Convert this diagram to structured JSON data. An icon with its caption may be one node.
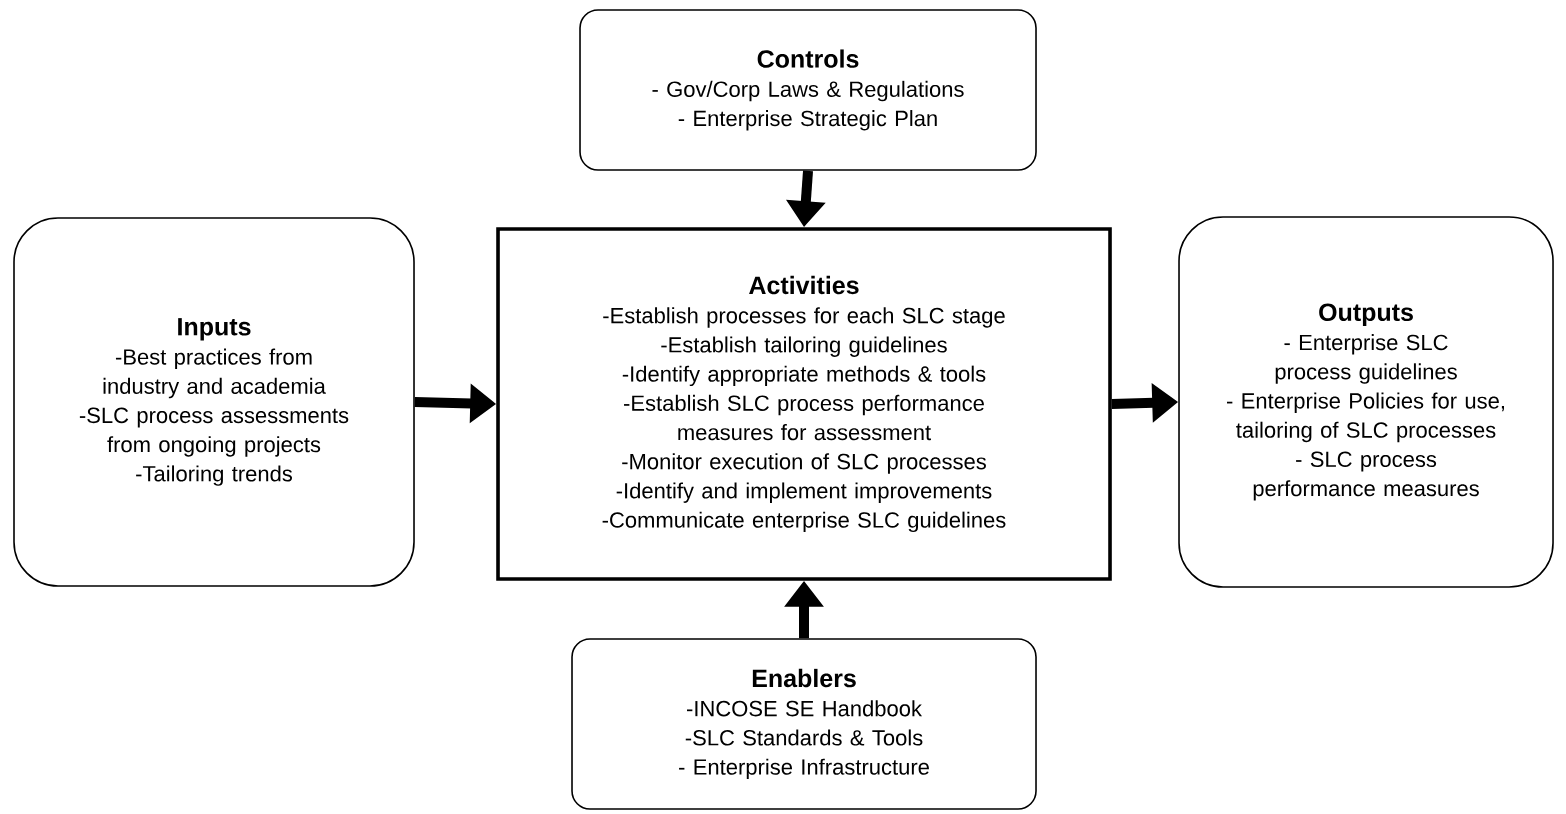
{
  "diagram": {
    "nodes": [
      {
        "text": [
          "Controls",
          "- Gov/Corp Laws & Regulations",
          "- Enterprise Strategic Plan"
        ]
      },
      {
        "text": [
          "Inputs",
          "-Best practices from industry and academia",
          "-SLC process assessments from ongoing projects",
          "-Tailoring trends"
        ]
      },
      {
        "text": [
          "Activities",
          "-Establish processes for each SLC stage",
          "-Establish tailoring guidelines",
          "-Identify appropriate methods & tools",
          "-Establish SLC process performance measures for assessment",
          "-Monitor execution of SLC processes",
          "-Identify and implement improvements",
          "-Communicate enterprise SLC guidelines"
        ]
      },
      {
        "text": [
          "Outputs",
          "- Enterprise SLC process guidelines",
          "- Enterprise Policies for use, tailoring of SLC processes",
          "- SLC process performance measures"
        ]
      },
      {
        "text": [
          "Enablers",
          "-INCOSE SE Handbook",
          "-SLC Standards & Tools",
          "- Enterprise Infrastructure"
        ]
      }
    ],
    "edges": [
      {
        "from": 0,
        "to": 2,
        "arrow": "to"
      },
      {
        "from": 1,
        "to": 2,
        "arrow": "to"
      },
      {
        "from": 2,
        "to": 3,
        "arrow": "to"
      },
      {
        "from": 4,
        "to": 2,
        "arrow": "to"
      }
    ]
  }
}
